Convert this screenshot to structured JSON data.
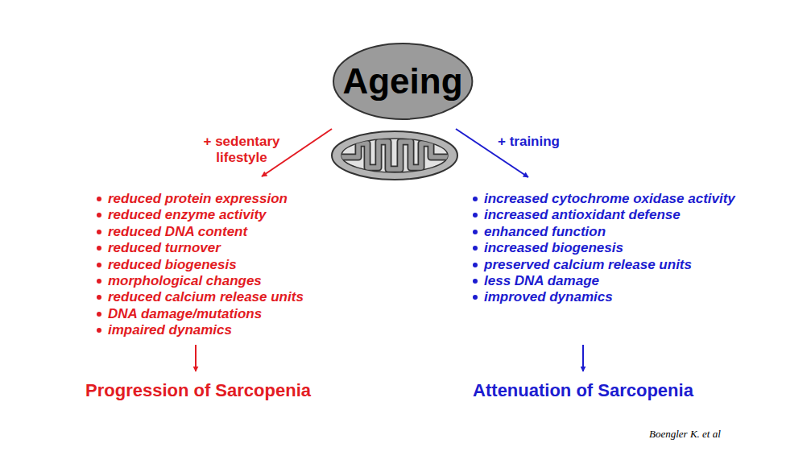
{
  "diagram": {
    "nodes": [
      {
        "text": [
          "Ageing"
        ]
      }
    ],
    "labels": [
      "+ sedentary lifestyle",
      "reduced protein expression",
      "reduced enzyme activity",
      "reduced DNA content",
      "reduced turnover",
      "reduced biogenesis",
      "morphological changes",
      "reduced calcium release units",
      "DNA damage/mutations",
      "impaired dynamics",
      "Progression of Sarcopenia",
      "+ training",
      "increased cytochrome oxidase activity",
      "increased antioxidant defense",
      "enhanced function",
      "increased biogenesis",
      "preserved calcium release units",
      "less DNA damage",
      "improved dynamics",
      "Attenuation of Sarcopenia",
      "Boengler K. et al"
    ]
  }
}
